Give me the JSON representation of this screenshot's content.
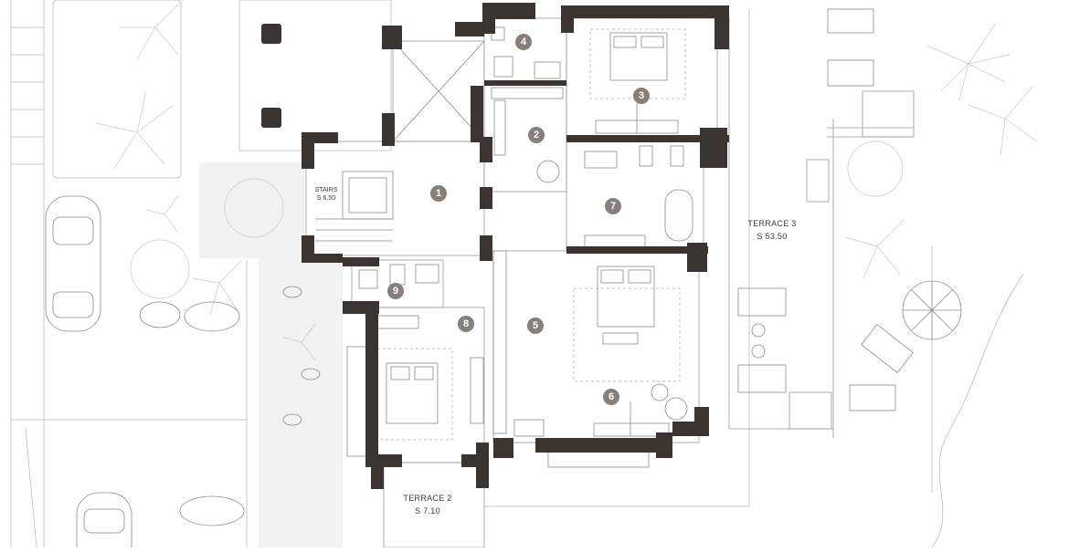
{
  "rooms": [
    {
      "id": "room-1",
      "number": "1"
    },
    {
      "id": "room-2",
      "number": "2"
    },
    {
      "id": "room-3",
      "number": "3"
    },
    {
      "id": "room-4",
      "number": "4"
    },
    {
      "id": "room-5",
      "number": "5"
    },
    {
      "id": "room-6",
      "number": "6"
    },
    {
      "id": "room-7",
      "number": "7"
    },
    {
      "id": "room-8",
      "number": "8"
    },
    {
      "id": "room-9",
      "number": "9"
    }
  ],
  "areas": {
    "stairs": {
      "name": "STAIRS",
      "size": "S 6.50"
    },
    "terrace2": {
      "name": "TERRACE 2",
      "size": "S 7.10"
    },
    "terrace3": {
      "name": "TERRACE 3",
      "size": "S 53.50"
    }
  },
  "colors": {
    "wall": "#3b3431",
    "badge": "#8a7f78",
    "line": "#9a9a9a"
  }
}
